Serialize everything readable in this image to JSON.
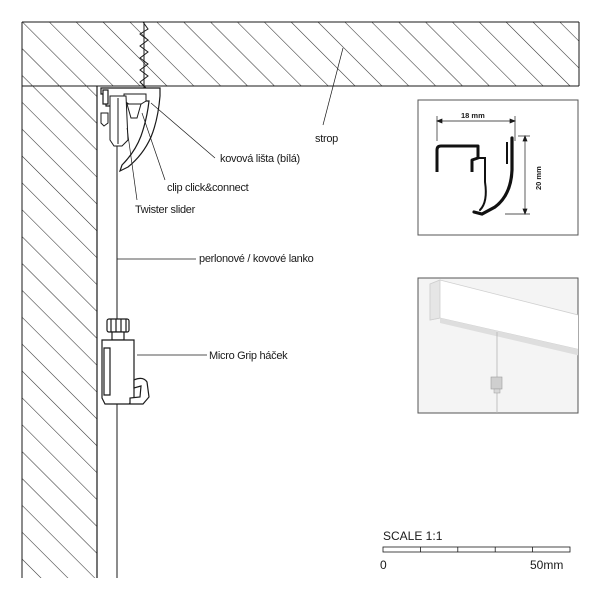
{
  "labels": {
    "strop": "strop",
    "rail": "kovová lišta (bílá)",
    "clip": "clip click&connect",
    "slider": "Twister slider",
    "cable": "perlonové / kovové lanko",
    "hook": "Micro Grip háček"
  },
  "inset_profile": {
    "width_label": "18 mm",
    "height_label": "20 mm"
  },
  "scale": {
    "title": "SCALE 1:1",
    "start": "0",
    "end": "50mm",
    "segments": 5
  },
  "colors": {
    "line": "#1a1a1a",
    "hatch": "#333333",
    "rail_fill": "#ffffff",
    "inset_border": "#555555",
    "photo_bg": "#f2f2f2",
    "guide": "#9a9a9a"
  }
}
